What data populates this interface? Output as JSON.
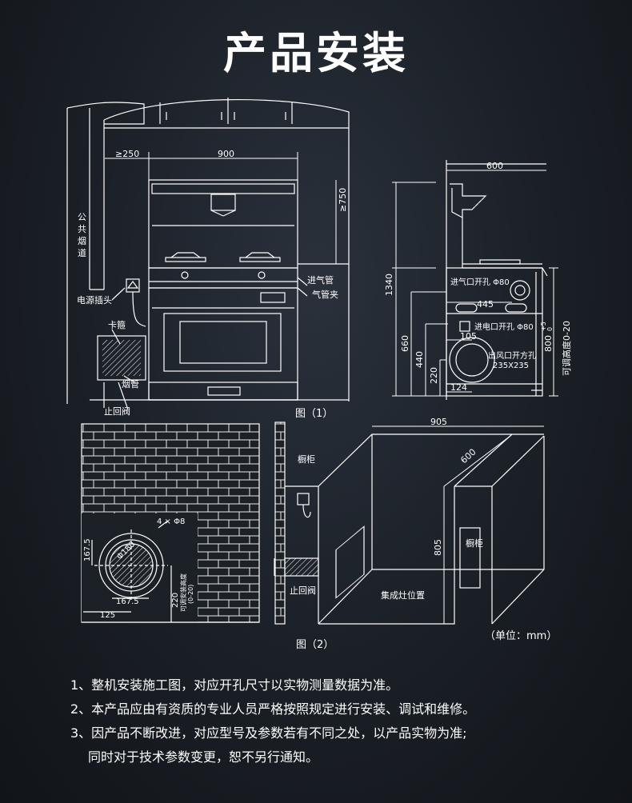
{
  "title": "产品安装",
  "figure1": {
    "caption": "图（1）",
    "labels": {
      "flue_a": "公",
      "flue_b": "共",
      "flue_c": "烟",
      "flue_d": "道",
      "power_socket": "电源插头",
      "clamp": "卡箍",
      "smoke_pipe": "烟管",
      "check_valve": "止回阀",
      "gas_inlet": "进气管",
      "gas_clamp": "气管夹",
      "gas_hole": "进气口开孔 Φ80",
      "power_hole": "进电口开孔 Φ80",
      "air_outlet_a": "出风口开方孔",
      "air_outlet_b": "235X235",
      "adjustable": "可调高度0-20"
    },
    "dims": {
      "left_gap": "≥250",
      "width": "900",
      "hood_height": "≥750",
      "side_width": "600",
      "total_height": "1340",
      "d660": "660",
      "d440": "440",
      "d220": "220",
      "d124": "124",
      "d445": "445",
      "d105": "105",
      "d800": "800",
      "tol": "+5",
      "tol0": "0"
    }
  },
  "figure2": {
    "caption": "图（2）",
    "labels": {
      "hole_spec": "4 × Φ8",
      "dia": "Φ180",
      "cabinet_left": "橱柜",
      "cabinet_right": "橱柜",
      "check_valve": "止回阀",
      "stove_position": "集成灶位置",
      "adj_a": "可调安装高度",
      "adj_b": "(0-20)",
      "unit": "（单位：mm）"
    },
    "dims": {
      "d1675v": "167.5",
      "d1675h": "167.5",
      "d125": "125",
      "d220": "220",
      "d905": "905",
      "d600": "600",
      "d805": "805"
    }
  },
  "notes": [
    "1、整机安装施工图，对应开孔尺寸以实物测量数据为准。",
    "2、本产品应由有资质的专业人员严格按照规定进行安装、调试和维修。",
    "3、因产品不断改进，对应型号及参数若有不同之处，以产品实物为准;",
    "同时对于技术参数变更，恕不另行通知。"
  ]
}
